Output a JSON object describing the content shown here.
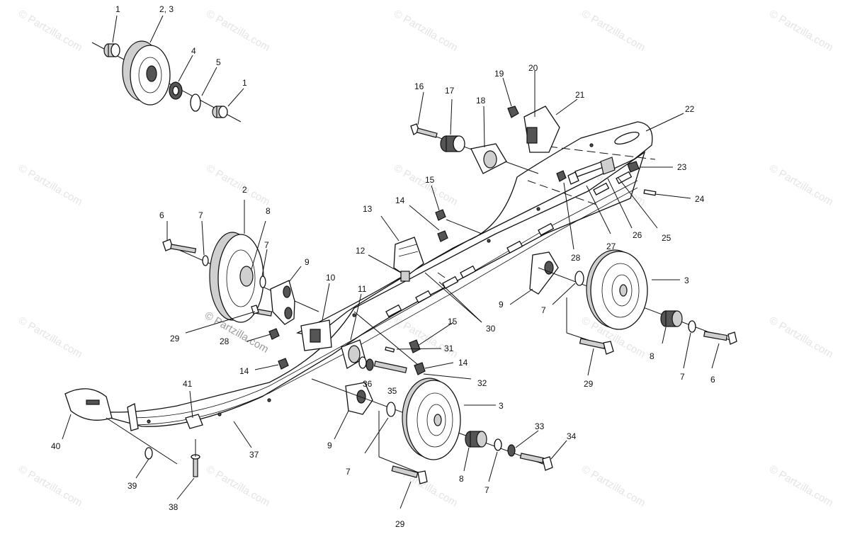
{
  "watermark": {
    "text": "© Partzilla.com",
    "logo_text": "© Partzilla.com"
  },
  "callouts": {
    "c1a": "1",
    "c23": "2, 3",
    "c4": "4",
    "c5": "5",
    "c1b": "1",
    "c16": "16",
    "c17": "17",
    "c18": "18",
    "c19": "19",
    "c20": "20",
    "c21": "21",
    "c22": "22",
    "c23b": "23",
    "c24": "24",
    "c25": "25",
    "c26": "26",
    "c27": "27",
    "c28a": "28",
    "c15a": "15",
    "c14a": "14",
    "c13": "13",
    "c12": "12",
    "c2": "2",
    "c6a": "6",
    "c7a": "7",
    "c8a": "8",
    "c7b": "7",
    "c9a": "9",
    "c10": "10",
    "c11": "11",
    "c29a": "29",
    "c28b": "28",
    "c14b": "14",
    "c30": "30",
    "c15b": "15",
    "c31": "31",
    "c14c": "14",
    "c32": "32",
    "c3a": "3",
    "c9b": "9",
    "c7c": "7",
    "c29b": "29",
    "c8b": "8",
    "c7d": "7",
    "c6b": "6",
    "c36": "36",
    "c35": "35",
    "c41": "41",
    "c40": "40",
    "c37": "37",
    "c39": "39",
    "c38": "38",
    "c3b": "3",
    "c9c": "9",
    "c7e": "7",
    "c33": "33",
    "c34": "34",
    "c8c": "8",
    "c7f": "7",
    "c29c": "29"
  }
}
